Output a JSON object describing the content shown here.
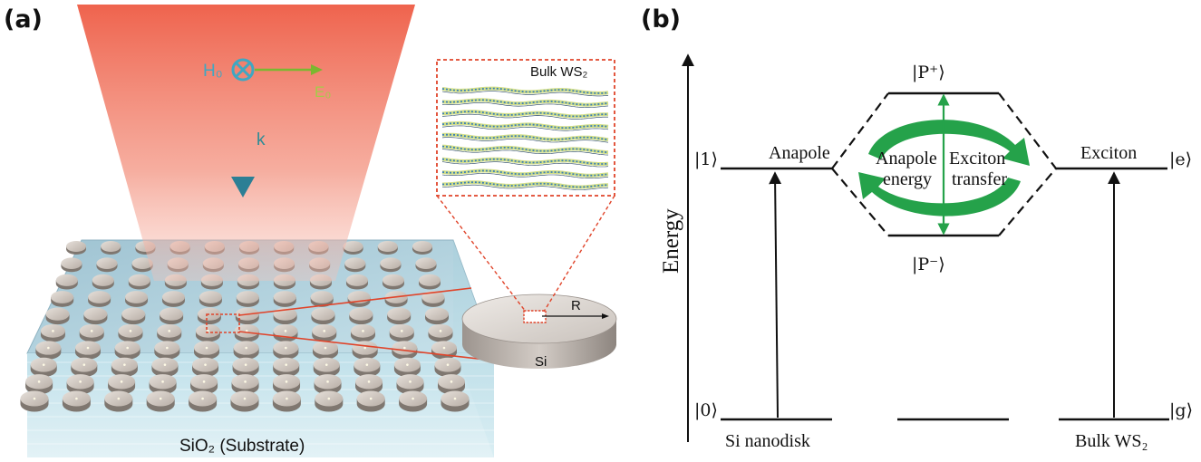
{
  "panel_a": {
    "label": "(a)",
    "h0_label": "H₀",
    "e0_label": "E₀",
    "k_label": "k",
    "inset_title": "Bulk WS₂",
    "radius_label": "R",
    "disk_label": "Si",
    "substrate_label": "SiO₂ (Substrate)"
  },
  "panel_b": {
    "label": "(b)",
    "energy_axis_label": "Energy",
    "state_1": "|1⟩",
    "state_0": "|0⟩",
    "state_e": "|e⟩",
    "state_g": "|g⟩",
    "state_p_plus": "|P⁺⟩",
    "state_p_minus": "|P⁻⟩",
    "anapole_label": "Anapole",
    "exciton_label": "Exciton",
    "center_left_line1": "Anapole",
    "center_left_line2": "energy",
    "center_right_line1": "Exciton",
    "center_right_line2": "transfer",
    "si_nanodisk_label": "Si nanodisk",
    "bulk_ws2_label": "Bulk WS₂"
  },
  "colors": {
    "beam_red": "#f0604a",
    "substrate_blue": "#b7d8e4",
    "disk_top": "#c9c0b8",
    "disk_side": "#8a817a",
    "field_green": "#7ab830",
    "k_teal": "#2e8c96",
    "h0_blue": "#3fa7c2",
    "arrow_green": "#25a24a",
    "inset_border": "#e0442a"
  }
}
